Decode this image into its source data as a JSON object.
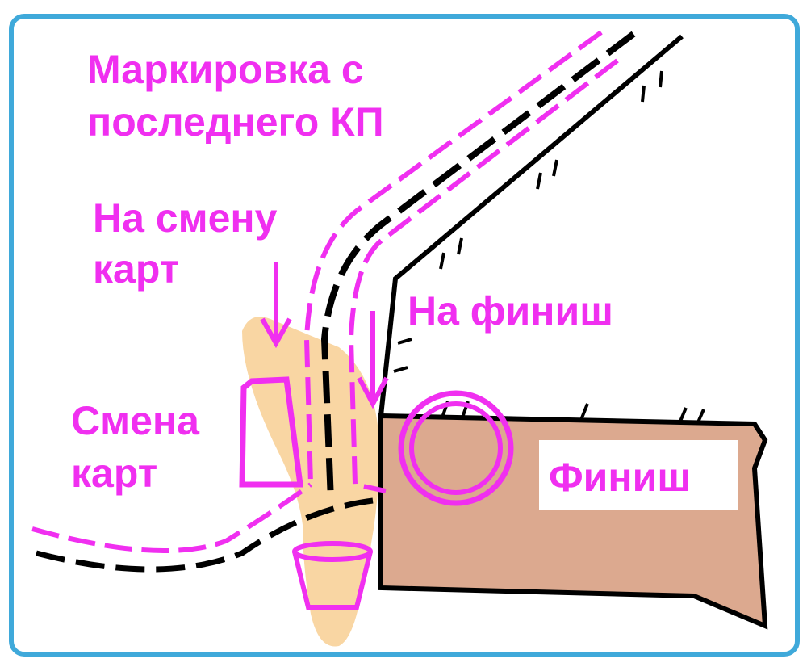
{
  "labels": {
    "marking_line1": "Маркировка с",
    "marking_line2": "последнего КП",
    "to_map_change_line1": "На смену",
    "to_map_change_line2": "карт",
    "to_finish": "На финиш",
    "map_change_line1": "Смена",
    "map_change_line2": "карт",
    "finish": "Финиш"
  },
  "colors": {
    "frame": "#3fa9da",
    "magenta": "#f02ff0",
    "finish_area": "#dca98f",
    "zone": "#f9d6a3",
    "road": "#000000"
  }
}
